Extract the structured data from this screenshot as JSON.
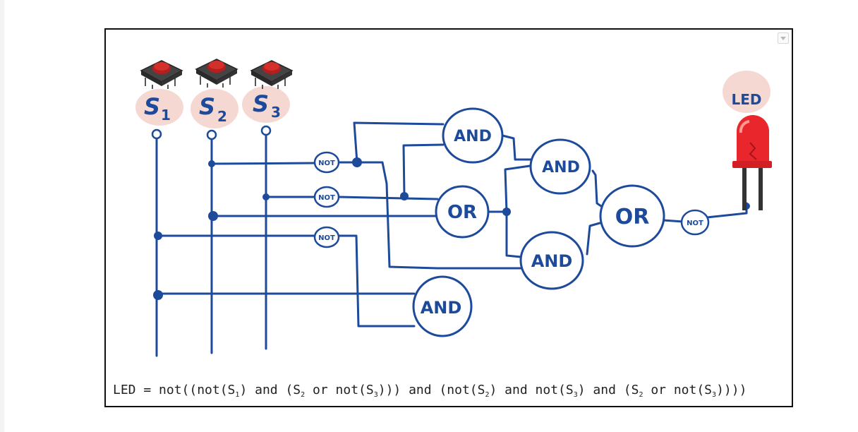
{
  "colors": {
    "wire": "#1d4a9a",
    "switch_halo": "#f6d8d3",
    "led_red": "#e8262c",
    "frame": "#111111"
  },
  "switches": [
    {
      "letter": "S",
      "sub": "1"
    },
    {
      "letter": "S",
      "sub": "2"
    },
    {
      "letter": "S",
      "sub": "3"
    }
  ],
  "led": {
    "label": "LED"
  },
  "gates": {
    "not_1": "NOT",
    "not_2": "NOT",
    "not_3": "NOT",
    "not_4": "NOT",
    "and_1": "AND",
    "and_2": "AND",
    "and_3": "AND",
    "and_4": "AND",
    "or_1": "OR",
    "or_2": "OR"
  },
  "formula": {
    "lhs": "LED",
    "parts": [
      {
        "t": " = not((not(S"
      },
      {
        "s": "1"
      },
      {
        "t": ") and (S"
      },
      {
        "s": "2"
      },
      {
        "t": " or not(S"
      },
      {
        "s": "3"
      },
      {
        "t": "))) and (not(S"
      },
      {
        "s": "2"
      },
      {
        "t": ") and not(S"
      },
      {
        "s": "3"
      },
      {
        "t": ") and (S"
      },
      {
        "s": "2"
      },
      {
        "t": " or not(S"
      },
      {
        "s": "3"
      },
      {
        "t": "))))"
      }
    ]
  }
}
